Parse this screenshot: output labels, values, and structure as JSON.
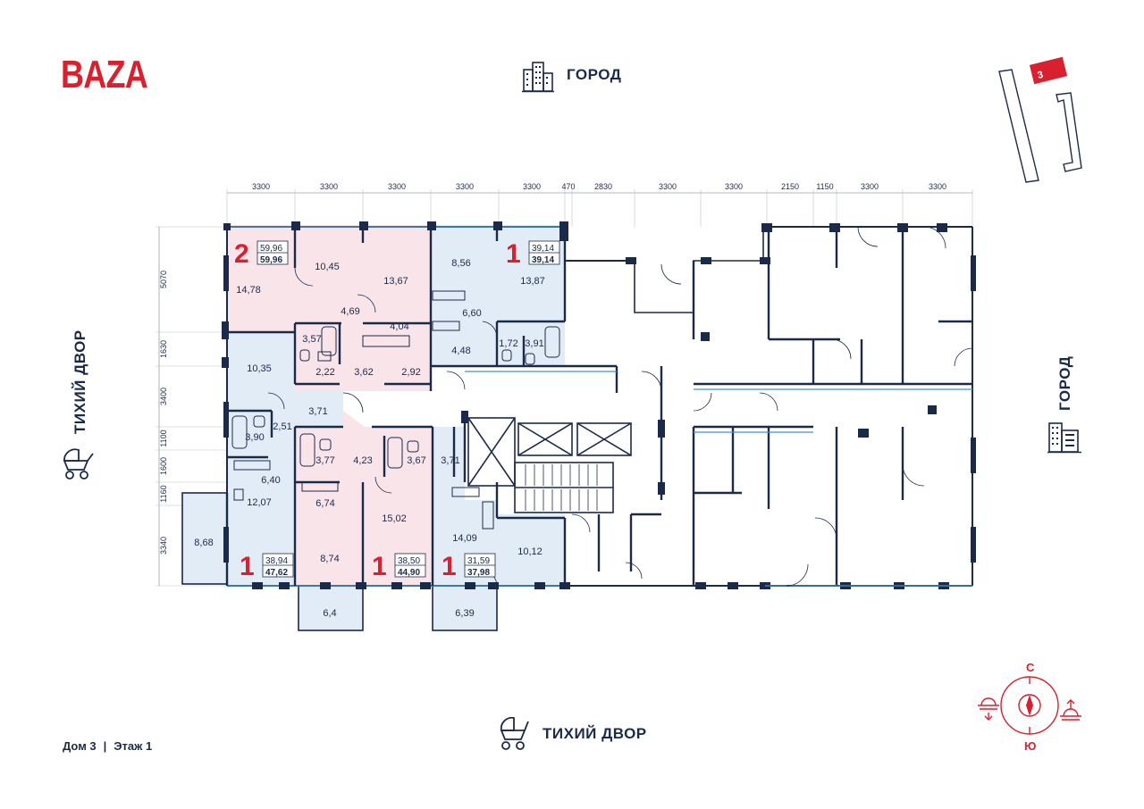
{
  "brand": {
    "logo": "BAZA"
  },
  "directions": {
    "top": "ГОРОД",
    "right": "ГОРОД",
    "left": "ТИХИЙ ДВОР",
    "bottom": "ТИХИЙ ДВОР"
  },
  "footer": {
    "house": "Дом 3",
    "separator": "|",
    "floor": "Этаж 1"
  },
  "compass": {
    "north": "С",
    "south": "Ю"
  },
  "minimap": {
    "building_number": "3"
  },
  "dimensions": {
    "top": [
      "3300",
      "3300",
      "3300",
      "3300",
      "3300",
      "470",
      "2830",
      "3300",
      "3300",
      "2150",
      "1150",
      "3300",
      "3300"
    ],
    "left": [
      "5070",
      "1630",
      "3400",
      "1100",
      "1600",
      "1160",
      "3340"
    ]
  },
  "apartments": [
    {
      "rooms": "2",
      "living": "59,96",
      "total": "59,96"
    },
    {
      "rooms": "1",
      "living": "39,14",
      "total": "39,14"
    },
    {
      "rooms": "1",
      "living": "38,94",
      "total": "47,62"
    },
    {
      "rooms": "1",
      "living": "38,50",
      "total": "44,90"
    },
    {
      "rooms": "1",
      "living": "31,59",
      "total": "37,98"
    }
  ],
  "room_areas": [
    "14,78",
    "10,45",
    "13,67",
    "4,69",
    "4,04",
    "3,57",
    "2,22",
    "3,62",
    "2,92",
    "8,56",
    "13,87",
    "6,60",
    "1,72",
    "3,91",
    "4,48",
    "10,35",
    "3,71",
    "3,90",
    "2,51",
    "6,40",
    "12,07",
    "8,68",
    "3,77",
    "4,23",
    "6,74",
    "8,74",
    "15,02",
    "3,67",
    "3,71",
    "14,09",
    "10,12",
    "6,4",
    "6,39"
  ],
  "colors": {
    "accent": "#d8202f",
    "navy": "#1c2a4a",
    "pink": "#f9e4e9",
    "blue": "#e1ecf7",
    "gray": "#dde3ea"
  }
}
